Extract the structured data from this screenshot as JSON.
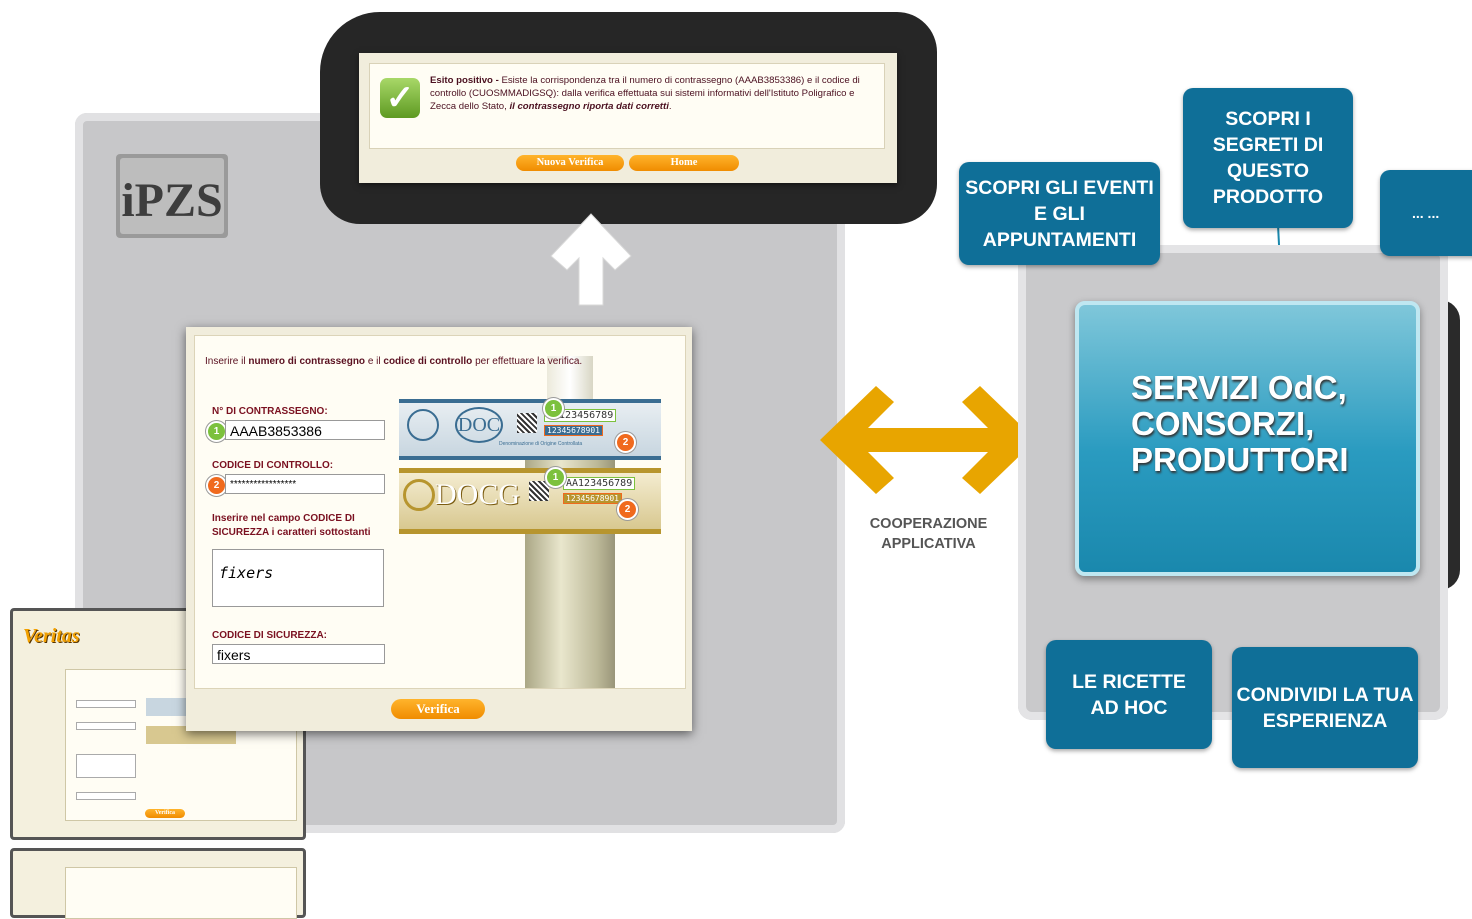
{
  "result": {
    "title": "Esito positivo -",
    "message": "Esiste la corrispondenza tra il numero di contrassegno (AAAB3853386) e il codice di controllo (CUOSMMADIGSQ): dalla verifica effettuata sui sistemi informativi dell'Istituto Poligrafico e Zecca dello Stato,",
    "message_emph": "il contrassegno riporta dati corretti",
    "message_end": ".",
    "btn_new": "Nuova Verifica",
    "btn_home": "Home"
  },
  "logo": {
    "text": "iPZS"
  },
  "form": {
    "intro_1": "Inserire il ",
    "intro_b1": "numero di contrassegno",
    "intro_2": " e il ",
    "intro_b2": "codice di controllo",
    "intro_3": " per effettuare la verifica.",
    "label_contrassegno": "N° DI CONTRASSEGNO:",
    "value_contrassegno": "AAAB3853386",
    "label_controllo": "CODICE DI CONTROLLO:",
    "value_controllo": "*****************",
    "captcha_instruction": "Inserire nel campo CODICE DI SICUREZZA i caratteri sottostanti",
    "captcha_image": "fixers",
    "label_sicurezza": "CODICE DI SICUREZZA:",
    "value_sicurezza": "fixers",
    "btn_verifica": "Verifica",
    "badge1": "1",
    "badge2": "2"
  },
  "stamps": {
    "doc": "DOC",
    "docg": "DOCG",
    "num": "AA123456789",
    "num2": "12345678901",
    "caption": "Denominazione di Origine Controllata"
  },
  "thumbnail": {
    "brand": "Veritas",
    "button": "Verifica"
  },
  "cooperation": {
    "line1": "COOPERAZIONE",
    "line2": "APPLICATIVA"
  },
  "services": {
    "main": "SERVIZI OdC, CONSORZI, PRODUTTORI",
    "eventi": "SCOPRI GLI EVENTI E GLI APPUNTAMENTI",
    "segreti": "SCOPRI I SEGRETI DI QUESTO PRODOTTO",
    "dots": "... ...",
    "ricette": "LE RICETTE AD HOC",
    "condividi": "CONDIVIDI LA TUA ESPERIENZA"
  },
  "colors": {
    "accent_orange": "#f39800",
    "arrow_gold": "#e8a500",
    "service_blue": "#0f6f98",
    "main_teal": "#2a9bc0"
  }
}
